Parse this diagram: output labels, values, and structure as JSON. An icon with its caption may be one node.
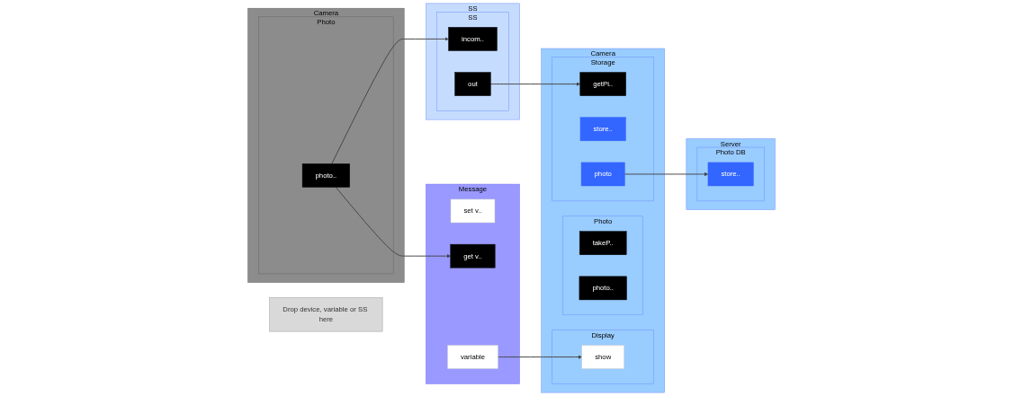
{
  "diagram": {
    "nodes": [
      {
        "text": [
          "Drop device, variable or SS here"
        ]
      },
      {
        "text": [
          "Camera"
        ]
      },
      {
        "text": [
          "Photo"
        ],
        "in": 1
      },
      {
        "text": [
          "photo.."
        ],
        "in": 2
      },
      {
        "text": [
          "Message"
        ]
      },
      {
        "text": [
          "set v.."
        ],
        "in": 4
      },
      {
        "text": [
          "get v.."
        ],
        "in": 4
      },
      {
        "text": [
          "variable"
        ],
        "in": 4
      },
      {
        "text": [
          "SS"
        ]
      },
      {
        "text": [
          "SS"
        ],
        "in": 8
      },
      {
        "text": [
          "incom.."
        ],
        "in": 9
      },
      {
        "text": [
          "out"
        ],
        "in": 9
      },
      {
        "text": [
          "Camera"
        ]
      },
      {
        "text": [
          "Photo"
        ],
        "in": 12
      },
      {
        "text": [
          "takeP.."
        ],
        "in": 13
      },
      {
        "text": [
          "photo.."
        ],
        "in": 13
      },
      {
        "text": [
          "Display"
        ],
        "in": 12
      },
      {
        "text": [
          "show"
        ],
        "in": 16
      },
      {
        "text": [
          "Storage"
        ],
        "in": 12
      },
      {
        "text": [
          "getPi.."
        ],
        "in": 18
      },
      {
        "text": [
          "store.."
        ],
        "in": 18
      },
      {
        "text": [
          "photo"
        ],
        "in": 18
      },
      {
        "text": [
          "Server"
        ]
      },
      {
        "text": [
          "Photo DB"
        ],
        "in": 22
      },
      {
        "text": [
          "store.."
        ],
        "in": 23
      }
    ],
    "edges": [
      {
        "from": 3,
        "to": 6,
        "arrow": "to"
      },
      {
        "from": 3,
        "to": 10,
        "arrow": "to"
      },
      {
        "from": 7,
        "to": 17,
        "arrow": "to"
      },
      {
        "from": 11,
        "to": 19,
        "arrow": "to"
      },
      {
        "from": 21,
        "to": 24,
        "arrow": "to"
      }
    ]
  }
}
